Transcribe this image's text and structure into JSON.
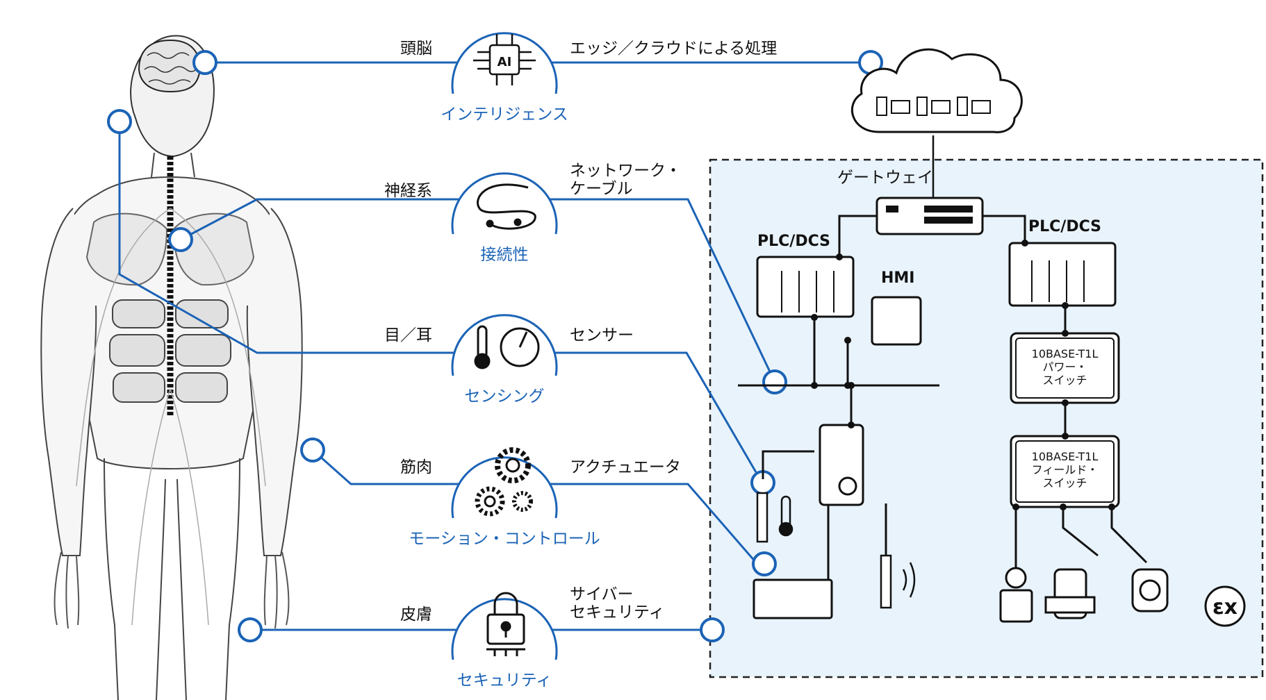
{
  "colors": {
    "accent": "#1b63b6",
    "panel": "#e9f3fb",
    "line": "#111111"
  },
  "functions": [
    {
      "left": "頭脳",
      "caption": "インテリジェンス",
      "right": "エッジ／クラウドによる処理",
      "icon": "ai-chip-icon"
    },
    {
      "left": "神経系",
      "caption": "接続性",
      "right": "ネットワーク・\nケーブル",
      "icon": "cable-icon"
    },
    {
      "left": "目／耳",
      "caption": "センシング",
      "right": "センサー",
      "icon": "thermometer-gauge-icon"
    },
    {
      "left": "筋肉",
      "caption": "モーション・コントロール",
      "right": "アクチュエータ",
      "icon": "gears-icon"
    },
    {
      "left": "皮膚",
      "caption": "セキュリティ",
      "right": "サイバー\nセキュリティ",
      "icon": "padlock-icon"
    }
  ],
  "network": {
    "gateway": "ゲートウェイ",
    "plc_left": "PLC/DCS",
    "plc_right": "PLC/DCS",
    "hmi": "HMI",
    "power_switch": "10BASE-T1L\nパワー・\nスイッチ",
    "field_switch": "10BASE-T1L\nフィールド・\nスイッチ",
    "ex_mark": "εx"
  }
}
